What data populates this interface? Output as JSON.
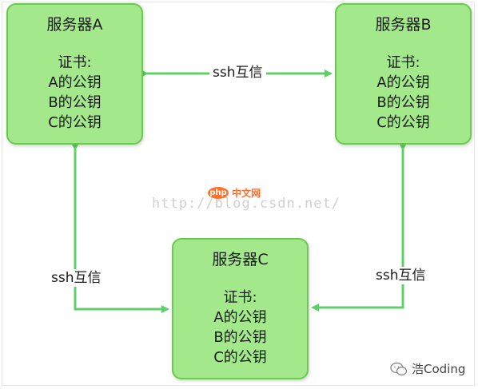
{
  "nodes": {
    "a": {
      "title": "服务器A",
      "lines": [
        "证书:",
        "A的公钥",
        "B的公钥",
        "C的公钥"
      ]
    },
    "b": {
      "title": "服务器B",
      "lines": [
        "证书:",
        "A的公钥",
        "B的公钥",
        "C的公钥"
      ]
    },
    "c": {
      "title": "服务器C",
      "lines": [
        "证书:",
        "A的公钥",
        "B的公钥",
        "C的公钥"
      ]
    }
  },
  "edges": {
    "ab": {
      "label": "ssh互信"
    },
    "ac": {
      "label": "ssh互信"
    },
    "bc": {
      "label": "ssh互信"
    }
  },
  "colors": {
    "node_fill": "#a3e98c",
    "node_border": "#67cc4c",
    "arrow": "#5fd068"
  },
  "watermark": {
    "url": "http://blog.csdn.net/",
    "logo_text": "php",
    "site": "中文网"
  },
  "brand": {
    "name": "浩Coding",
    "icon": "wechat-icon"
  }
}
